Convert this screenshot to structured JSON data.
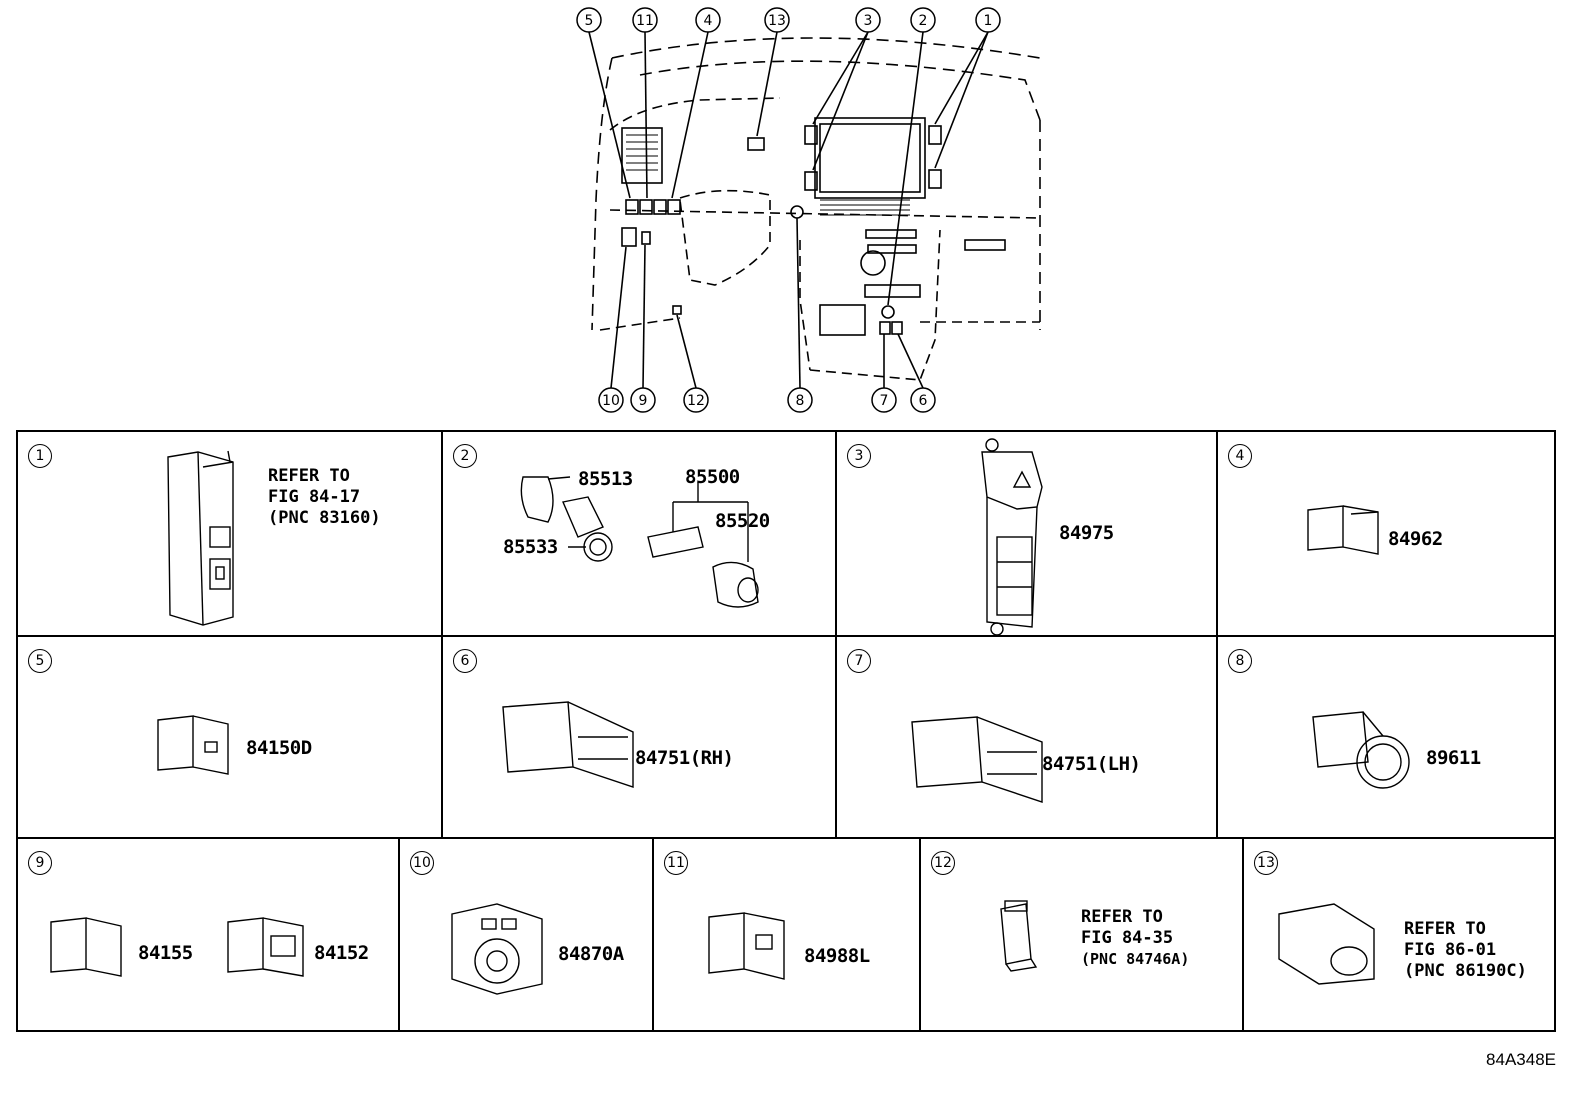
{
  "overview": {
    "callouts_top": [
      "5",
      "11",
      "4",
      "13",
      "3",
      "2",
      "1"
    ],
    "callouts_bottom": [
      "10",
      "9",
      "12",
      "8",
      "7",
      "6"
    ]
  },
  "cells": [
    {
      "num": "1",
      "labels": [],
      "ref": [
        "REFER TO",
        "FIG 84-17",
        "(PNC 83160)"
      ]
    },
    {
      "num": "2",
      "labels": [
        "85513",
        "85500",
        "85520",
        "85533"
      ],
      "ref": []
    },
    {
      "num": "3",
      "labels": [
        "84975"
      ],
      "ref": []
    },
    {
      "num": "4",
      "labels": [
        "84962"
      ],
      "ref": []
    },
    {
      "num": "5",
      "labels": [
        "84150D"
      ],
      "ref": []
    },
    {
      "num": "6",
      "labels": [
        "84751(RH)"
      ],
      "ref": []
    },
    {
      "num": "7",
      "labels": [
        "84751(LH)"
      ],
      "ref": []
    },
    {
      "num": "8",
      "labels": [
        "89611"
      ],
      "ref": []
    },
    {
      "num": "9",
      "labels": [
        "84155",
        "84152"
      ],
      "ref": []
    },
    {
      "num": "10",
      "labels": [
        "84870A"
      ],
      "ref": []
    },
    {
      "num": "11",
      "labels": [
        "84988L"
      ],
      "ref": []
    },
    {
      "num": "12",
      "labels": [],
      "ref": [
        "REFER TO",
        "FIG 84-35",
        "(PNC 84746A)"
      ]
    },
    {
      "num": "13",
      "labels": [],
      "ref": [
        "REFER TO",
        "FIG 86-01",
        "(PNC 86190C)"
      ]
    }
  ],
  "figure_code": "84A348E"
}
